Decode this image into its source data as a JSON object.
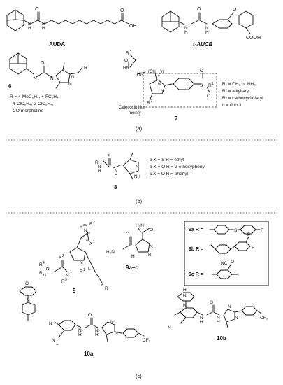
{
  "panel_a": {
    "auda_label": "AUDA",
    "taucb_label": "t-AUCB",
    "auda_acid": "OH",
    "auda_o": "O",
    "taucb_acid": "COOH",
    "cmpd6_label": "6",
    "cmpd6_r": "R",
    "cmpd6_r_def_1": "R = 4-MeC₆H₄, 4-FC₆H₄,",
    "cmpd6_r_def_2": "4-ClC₆H₄, 2-ClC₆H₄,",
    "cmpd6_r_def_3": "CO-morpholine",
    "cmpd7_label": "7",
    "cmpd7_r1": "R¹ = CH₃ or NH₂",
    "cmpd7_r2": "R² = alkyl/aryl",
    "cmpd7_r3": "R³ = carbocyclic/aryl",
    "cmpd7_n": "n = 0 to 3",
    "celecoxib_1": "Celecoxib like",
    "celecoxib_2": "moiety",
    "caption": "(a)"
  },
  "panel_b": {
    "cmpd8_label": "8",
    "def_a": "a  X = S   R = ethyl",
    "def_b": "b  X = O   R = 2-ethoxyphenyl",
    "def_c": "c  X = O   R = phenyl",
    "caption": "(b)"
  },
  "panel_c": {
    "cmpd9_label": "9",
    "cmpd9ac_label": "9a–c",
    "box_9a": "9a R =",
    "box_9b": "9b R =",
    "box_9c": "9c R =",
    "cmpd10a_label": "10a",
    "cmpd10b_label": "10b",
    "caption": "(c)"
  }
}
